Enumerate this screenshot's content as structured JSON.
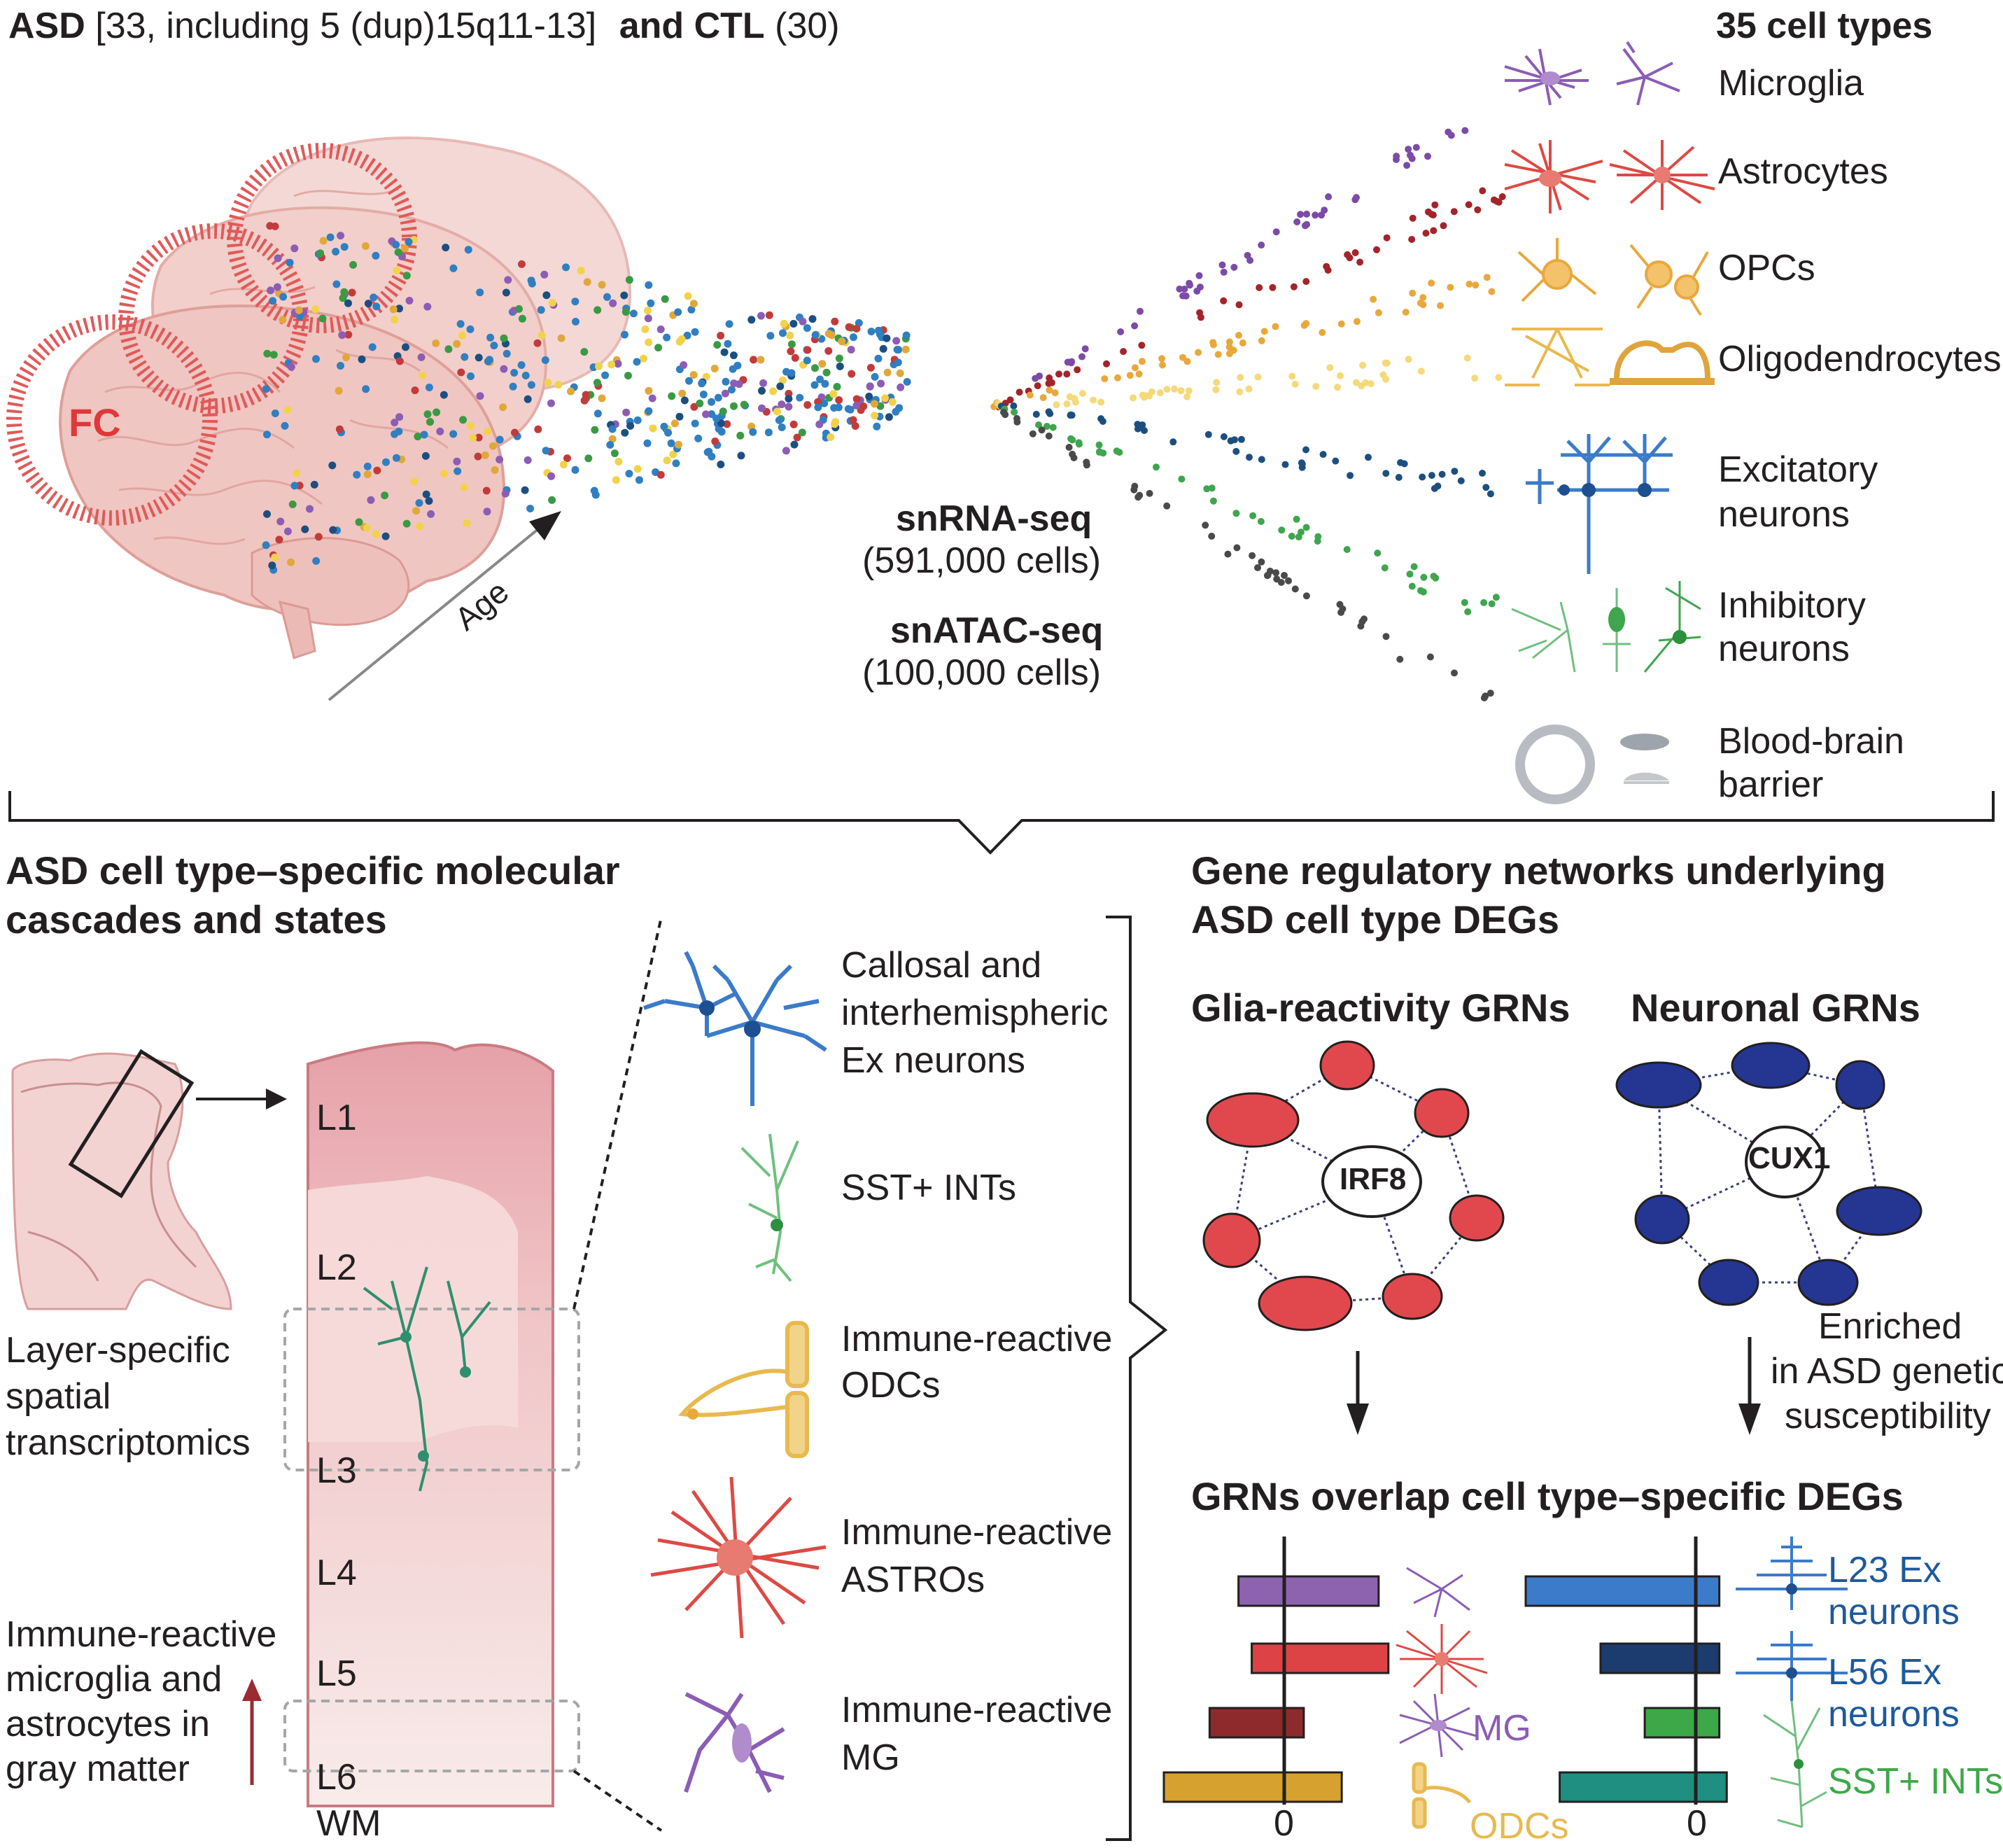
{
  "header": {
    "asd_label": "ASD",
    "asd_detail": "[33, including 5 (dup)15q11-13]",
    "ctl_label": "and CTL",
    "ctl_detail": "(30)",
    "cell_types_title": "35 cell types"
  },
  "brain": {
    "fc_label": "FC",
    "age_label": "Age"
  },
  "assays": {
    "snrna_title": "snRNA-seq",
    "snrna_cells": "(591,000 cells)",
    "snatac_title": "snATAC-seq",
    "snatac_cells": "(100,000 cells)"
  },
  "cell_types": [
    {
      "line1": "Microglia",
      "line2": ""
    },
    {
      "line1": "Astrocytes",
      "line2": ""
    },
    {
      "line1": "OPCs",
      "line2": ""
    },
    {
      "line1": "Oligodendrocytes",
      "line2": ""
    },
    {
      "line1": "Excitatory",
      "line2": "neurons"
    },
    {
      "line1": "Inhibitory",
      "line2": "neurons"
    },
    {
      "line1": "Blood-brain",
      "line2": "barrier"
    }
  ],
  "left_panel": {
    "title_line1": "ASD cell type–specific molecular",
    "title_line2": "cascades and states",
    "spatial_line1": "Layer-specific",
    "spatial_line2": "spatial",
    "spatial_line3": "transcriptomics",
    "immune_line1": "Immune-reactive",
    "immune_line2": "microglia and",
    "immune_line3": "astrocytes in",
    "immune_line4": "gray matter",
    "layers": [
      "L1",
      "L2",
      "L3",
      "L4",
      "L5",
      "L6",
      "WM"
    ],
    "cells": [
      {
        "line1": "Callosal and",
        "line2": "interhemispheric",
        "line3": "Ex neurons"
      },
      {
        "line1": "SST+ INTs",
        "line2": "",
        "line3": ""
      },
      {
        "line1": "Immune-reactive",
        "line2": "ODCs",
        "line3": ""
      },
      {
        "line1": "Immune-reactive",
        "line2": "ASTROs",
        "line3": ""
      },
      {
        "line1": "Immune-reactive",
        "line2": "MG",
        "line3": ""
      }
    ]
  },
  "right_panel": {
    "title_line1": "Gene regulatory networks underlying",
    "title_line2": "ASD cell type DEGs",
    "glia_title": "Glia-reactivity GRNs",
    "neuronal_title": "Neuronal GRNs",
    "glia_hub": "IRF8",
    "neuronal_hub": "CUX1",
    "enriched_line1": "Enriched",
    "enriched_line2": "in ASD genetic",
    "enriched_line3": "susceptibility",
    "overlap_title": "GRNs overlap cell type–specific DEGs"
  },
  "chart_data": [
    {
      "type": "bar",
      "orientation": "horizontal",
      "xtick": "0",
      "series": [
        {
          "name": "",
          "start": -0.38,
          "end": 0.87,
          "color": "#8d63b0"
        },
        {
          "name": "",
          "start": -0.27,
          "end": 0.96,
          "color": "#dd4245"
        },
        {
          "name": "MG",
          "start": -0.62,
          "end": 0.18,
          "color": "#8e2a2b"
        },
        {
          "name": "ODCs",
          "start": -1.0,
          "end": 0.53,
          "color": "#d6a12e"
        }
      ],
      "label_colors": {
        "MG": "#8b5db5",
        "ODCs": "#e8b94e"
      }
    },
    {
      "type": "bar",
      "orientation": "horizontal",
      "xtick": "0",
      "series": [
        {
          "name": "L23 Ex neurons",
          "start": -1.0,
          "end": 0.19,
          "color": "#3b7bc9"
        },
        {
          "name": "L56 Ex neurons",
          "start": -0.56,
          "end": 0.19,
          "color": "#1c3b6e"
        },
        {
          "name": "SST+ INTs",
          "start": -0.3,
          "end": 0.19,
          "color": "#3da848"
        },
        {
          "name": "",
          "start": -0.8,
          "end": 0.25,
          "color": "#1e8f80"
        }
      ],
      "label_colors": {
        "L23 Ex neurons": "#1d5a9c",
        "L56 Ex neurons": "#1d5a9c",
        "SST+ INTs": "#3da848"
      }
    }
  ],
  "colors": {
    "fc_ring": "#e05a5a",
    "brain": "#f0c8c4",
    "cortex_top": "#e8a4ac",
    "cortex_bottom": "#f6e4e3",
    "network_red": "#e0484d",
    "network_blue": "#243592",
    "arrow_red": "#9b2b31"
  }
}
